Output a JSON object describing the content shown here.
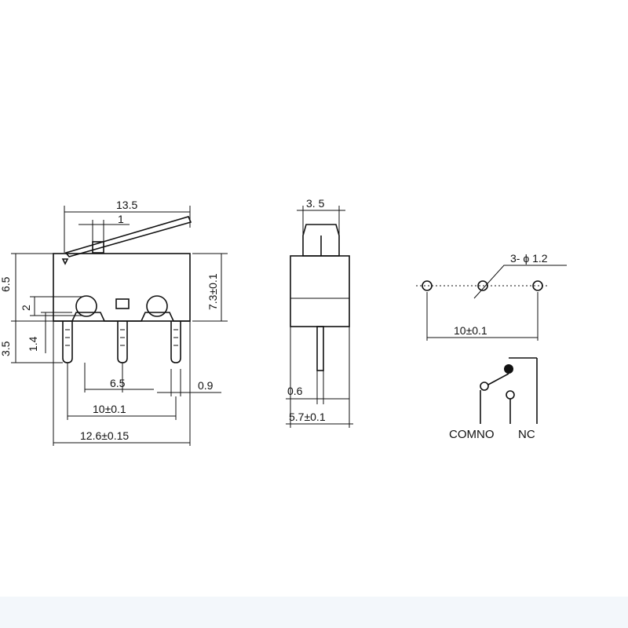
{
  "side_view": {
    "length_total": "13.5",
    "lever_offset": "1",
    "height_overall": "6.5",
    "body_height": "7.3±0.1",
    "hole_dia": "2",
    "pin_width": "1.4",
    "pin_length": "3.5",
    "pin_spacing": "6.5",
    "pin_thickness": "0.9",
    "outer_pin_spacing": "10±0.1",
    "body_length": "12.6±0.15"
  },
  "front_view": {
    "plunger_width": "3. 5",
    "pin_thickness": "0.6",
    "body_width": "5.7±0.1"
  },
  "footprint": {
    "holes": "3- ϕ 1.2",
    "pitch": "10±0.1"
  },
  "schematic": {
    "label_com": "COMNO",
    "label_nc": "NC"
  }
}
